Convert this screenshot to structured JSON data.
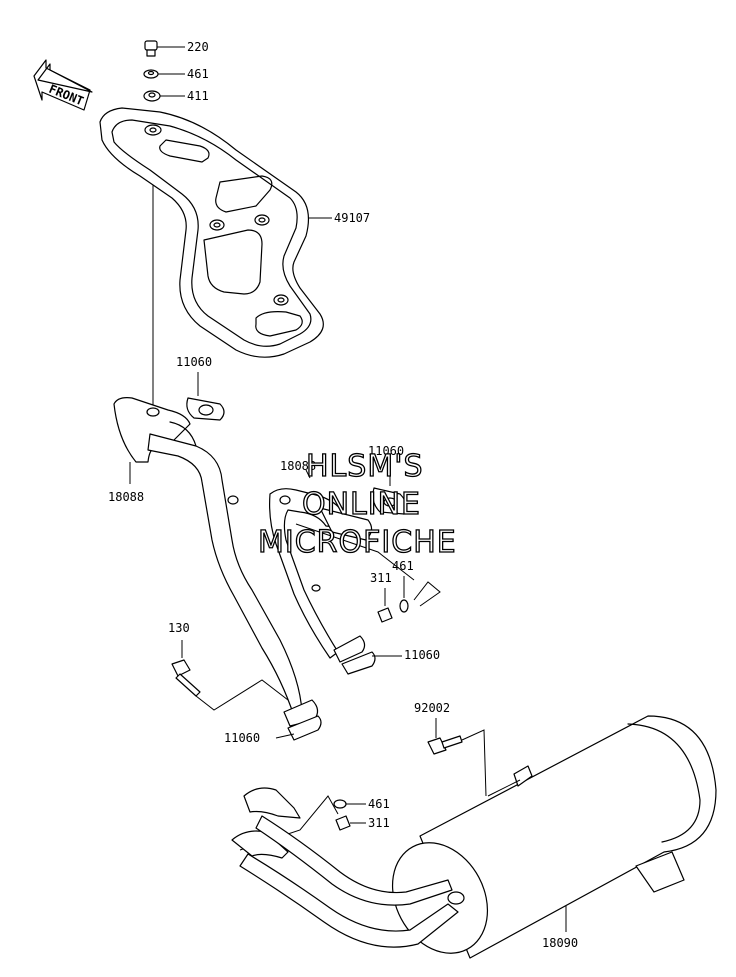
{
  "front_arrow": {
    "text": "FRONT"
  },
  "watermark": {
    "line1": "HLSM'S",
    "line2": "ONLINE",
    "line3": "MICROFICHE"
  },
  "callouts": {
    "c220": "220",
    "c461_top": "461",
    "c411": "411",
    "c49107": "49107",
    "c11060_a": "11060",
    "c18088": "18088",
    "c11060_b": "11060",
    "c18088_b": "18088",
    "c311_mid": "311",
    "c461_mid": "461",
    "c11060_c": "11060",
    "c130": "130",
    "c11060_d": "11060",
    "c92002": "92002",
    "c461_low": "461",
    "c311_low": "311",
    "c18090": "18090"
  },
  "colors": {
    "line": "#000000",
    "background": "#ffffff"
  }
}
